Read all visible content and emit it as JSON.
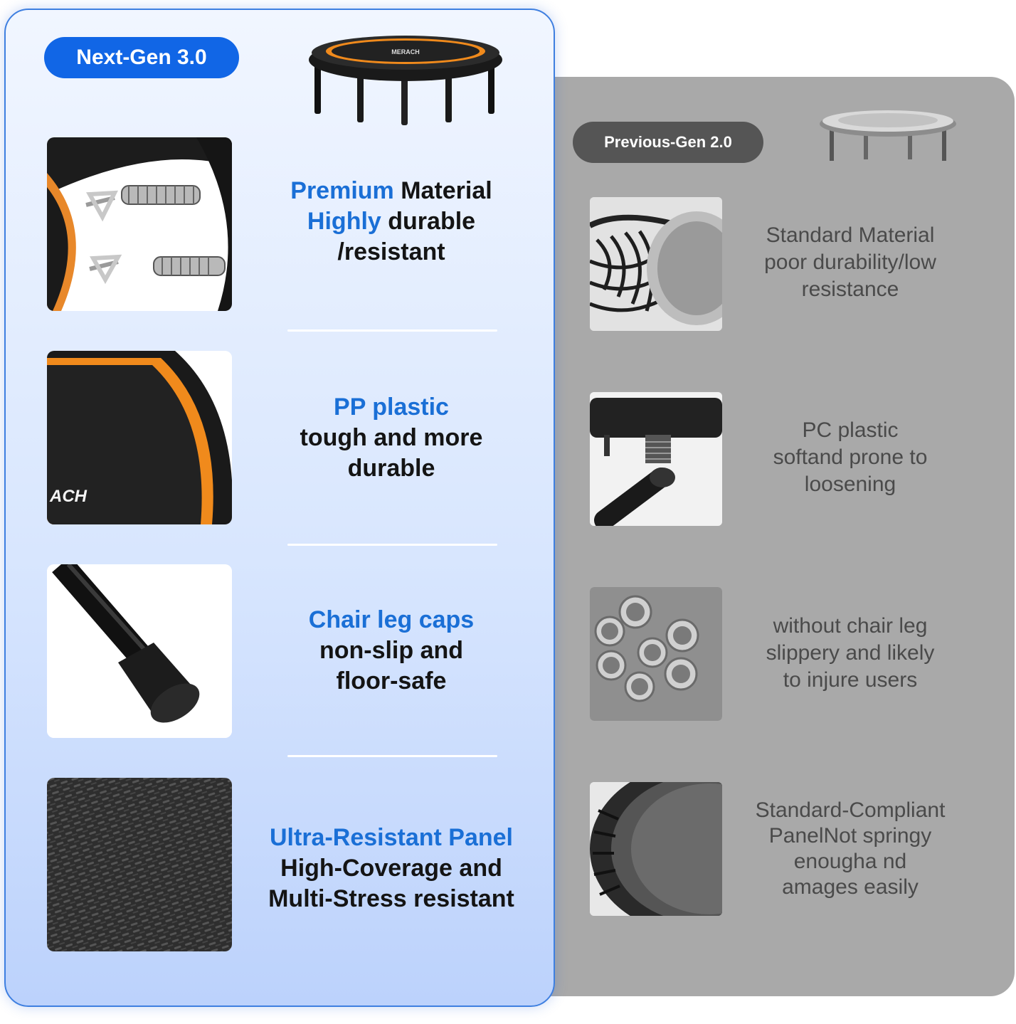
{
  "next_gen": {
    "badge": "Next-Gen 3.0",
    "product_brand": "MERACH",
    "features": [
      {
        "highlight": "Premium",
        "line1_rest": " Material",
        "line2_highlight": "Highly",
        "line2_rest": " durable",
        "line3": "/resistant"
      },
      {
        "highlight": "PP plastic",
        "line2": "tough and more",
        "line3": "durable",
        "thumb_text": "ACH"
      },
      {
        "highlight": "Chair leg caps",
        "line2": "non-slip and",
        "line3": "floor-safe"
      },
      {
        "highlight": "Ultra-Resistant Panel",
        "line2": "High-Coverage and",
        "line3": "Multi-Stress resistant"
      }
    ]
  },
  "previous_gen": {
    "badge": "Previous-Gen 2.0",
    "features": [
      {
        "line1": "Standard Material",
        "line2": "poor durability/low",
        "line3": "resistance"
      },
      {
        "line1": "PC plastic",
        "line2": "softand prone to",
        "line3": "loosening"
      },
      {
        "line1": "without chair leg",
        "line2": "slippery and likely",
        "line3": "to injure users"
      },
      {
        "line1": "Standard-Compliant",
        "line2": "PanelNot springy",
        "line3": "enougha nd",
        "line4": "amages easily"
      }
    ]
  },
  "colors": {
    "accent_blue": "#1166e6",
    "highlight_blue": "#1a6fd6",
    "orange": "#f08a1c",
    "prev_panel_gray": "#a9a9a9",
    "prev_badge_gray": "#555555"
  },
  "icons": [
    "trampoline-product-image",
    "spring-closeup-image",
    "mat-edge-image",
    "chair-leg-cap-image",
    "textured-panel-image",
    "bungee-cords-image",
    "threaded-leg-image",
    "metal-tubes-image",
    "bungee-mat-image"
  ]
}
